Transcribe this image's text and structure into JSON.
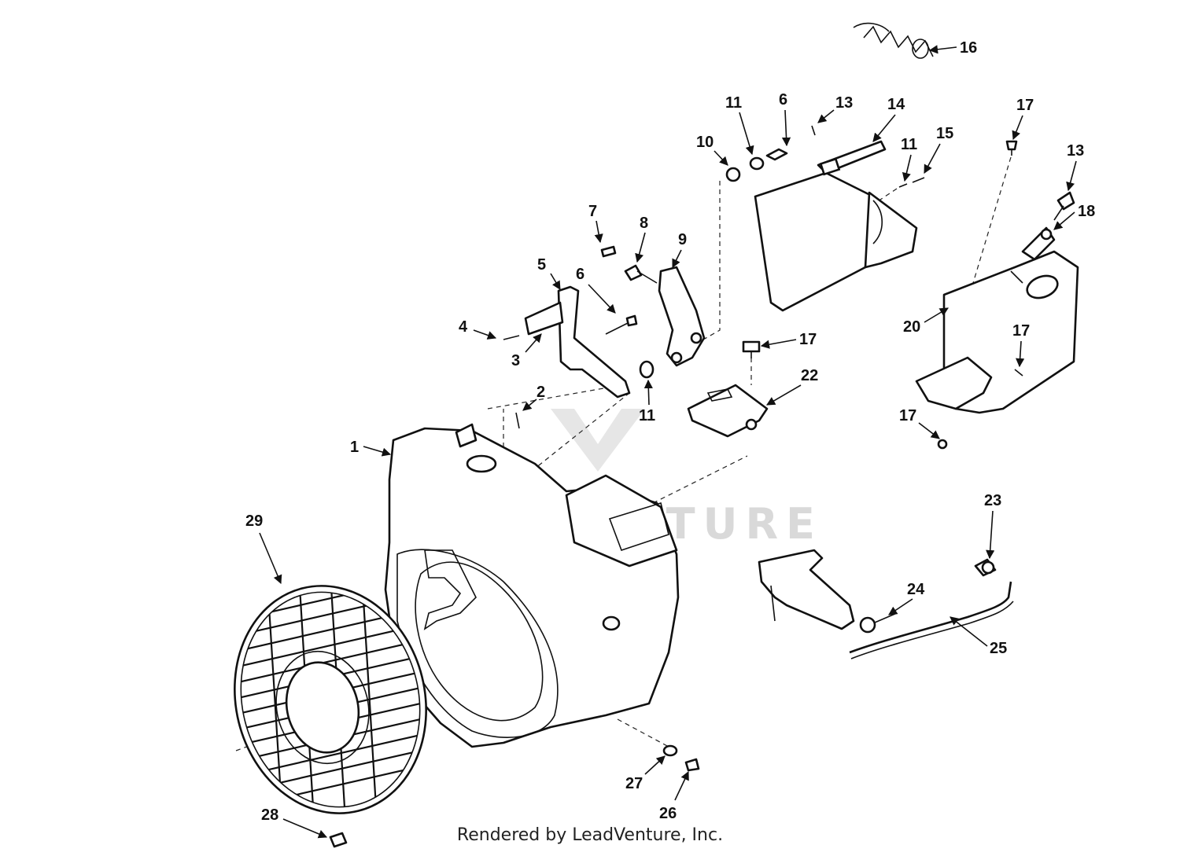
{
  "watermark": "LEADVENTURE",
  "credit": "Rendered by LeadVenture, Inc.",
  "colors": {
    "ink": "#111111",
    "watermark": "#d9d9d9",
    "background": "#ffffff"
  },
  "callouts": [
    "1",
    "2",
    "3",
    "4",
    "5",
    "6",
    "7",
    "8",
    "9",
    "10",
    "11",
    "13",
    "14",
    "15",
    "16",
    "17",
    "18",
    "20",
    "22",
    "23",
    "24",
    "25",
    "26",
    "27",
    "28",
    "29"
  ]
}
